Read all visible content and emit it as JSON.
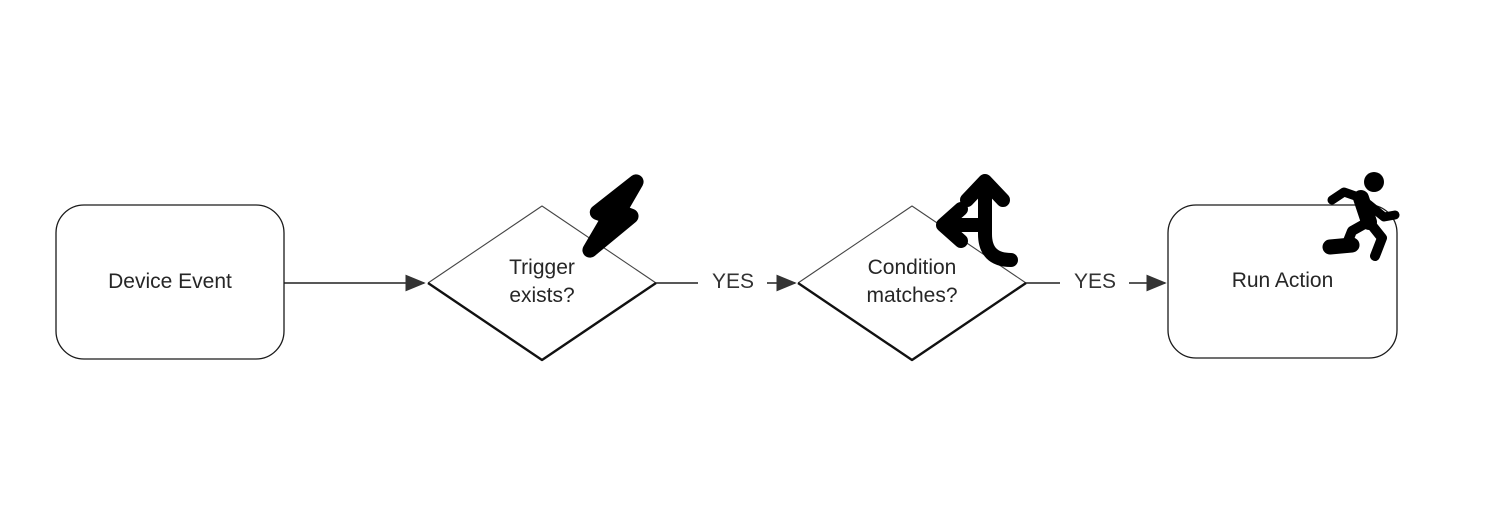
{
  "diagram": {
    "type": "flowchart",
    "direction": "left-to-right",
    "background": "#ffffff",
    "nodes": [
      {
        "id": "device-event",
        "shape": "rounded-rect",
        "label": "Device Event",
        "icon": null
      },
      {
        "id": "trigger-exists",
        "shape": "decision",
        "label": "Trigger exists?",
        "icon": "lightning-bolt-icon"
      },
      {
        "id": "condition-matches",
        "shape": "decision",
        "label": "Condition matches?",
        "icon": "split-arrows-up-left-icon"
      },
      {
        "id": "run-action",
        "shape": "rounded-rect",
        "label": "Run Action",
        "icon": "running-person-icon"
      }
    ],
    "edges": [
      {
        "from": "device-event",
        "to": "trigger-exists",
        "label": ""
      },
      {
        "from": "trigger-exists",
        "to": "condition-matches",
        "label": "YES"
      },
      {
        "from": "condition-matches",
        "to": "run-action",
        "label": "YES"
      }
    ],
    "colors": {
      "shape_stroke": "#1a1a1a",
      "shape_fill": "#ffffff",
      "edge_stroke": "#404040",
      "text": "#262626",
      "edge_label_text": "#333333",
      "icon": "#000000"
    }
  }
}
